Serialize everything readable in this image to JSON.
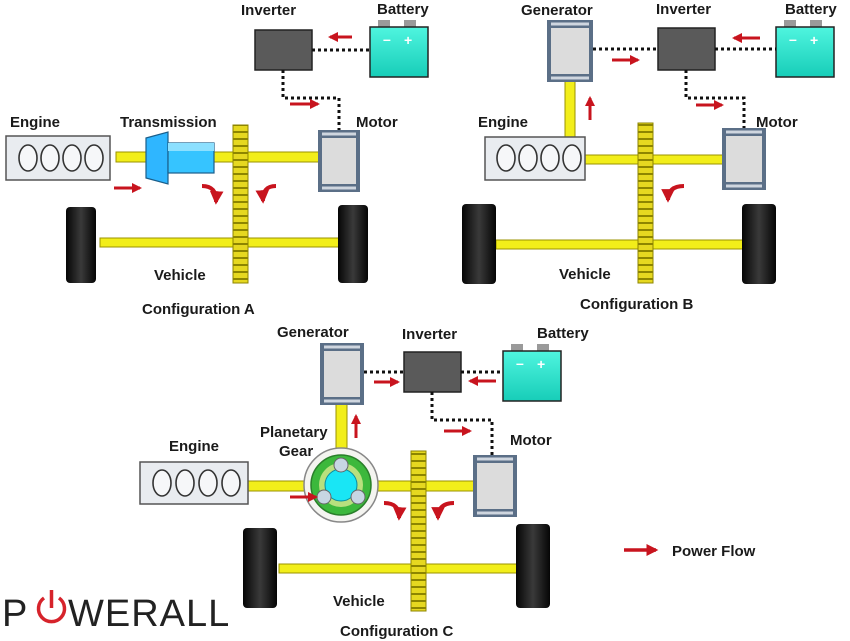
{
  "colors": {
    "shaft": "#f2ee1a",
    "shaft_edge": "#9b9300",
    "gear": "#e6d820",
    "gear_teeth": "#8d8500",
    "inverter": "#5a5a5a",
    "battery": "#27e6cf",
    "battery_top": "#9a9a9a",
    "arrow": "#c8141e",
    "motor": "#dcdcdc",
    "motor_frame": "#5b6f87",
    "engine": "#e9ecf0",
    "transmission": "#2fb6ff",
    "planet_ring": "#3cb83c",
    "planet_sun": "#19e6f5",
    "logo_red": "#d6232b",
    "logo_text": "#222222"
  },
  "config_a": {
    "caption": "Configuration A",
    "engine": "Engine",
    "transmission": "Transmission",
    "inverter": "Inverter",
    "battery": "Battery",
    "motor": "Motor",
    "vehicle": "Vehicle"
  },
  "config_b": {
    "caption": "Configuration B",
    "generator": "Generator",
    "inverter": "Inverter",
    "battery": "Battery",
    "engine": "Engine",
    "motor": "Motor",
    "vehicle": "Vehicle"
  },
  "config_c": {
    "caption": "Configuration C",
    "generator": "Generator",
    "inverter": "Inverter",
    "battery": "Battery",
    "planetary_line1": "Planetary",
    "planetary_line2": "Gear",
    "engine": "Engine",
    "motor": "Motor",
    "vehicle": "Vehicle"
  },
  "legend": {
    "power_flow": "Power Flow"
  },
  "logo": {
    "part1": "P",
    "part2": "WERALL",
    "icon": "power-icon"
  }
}
